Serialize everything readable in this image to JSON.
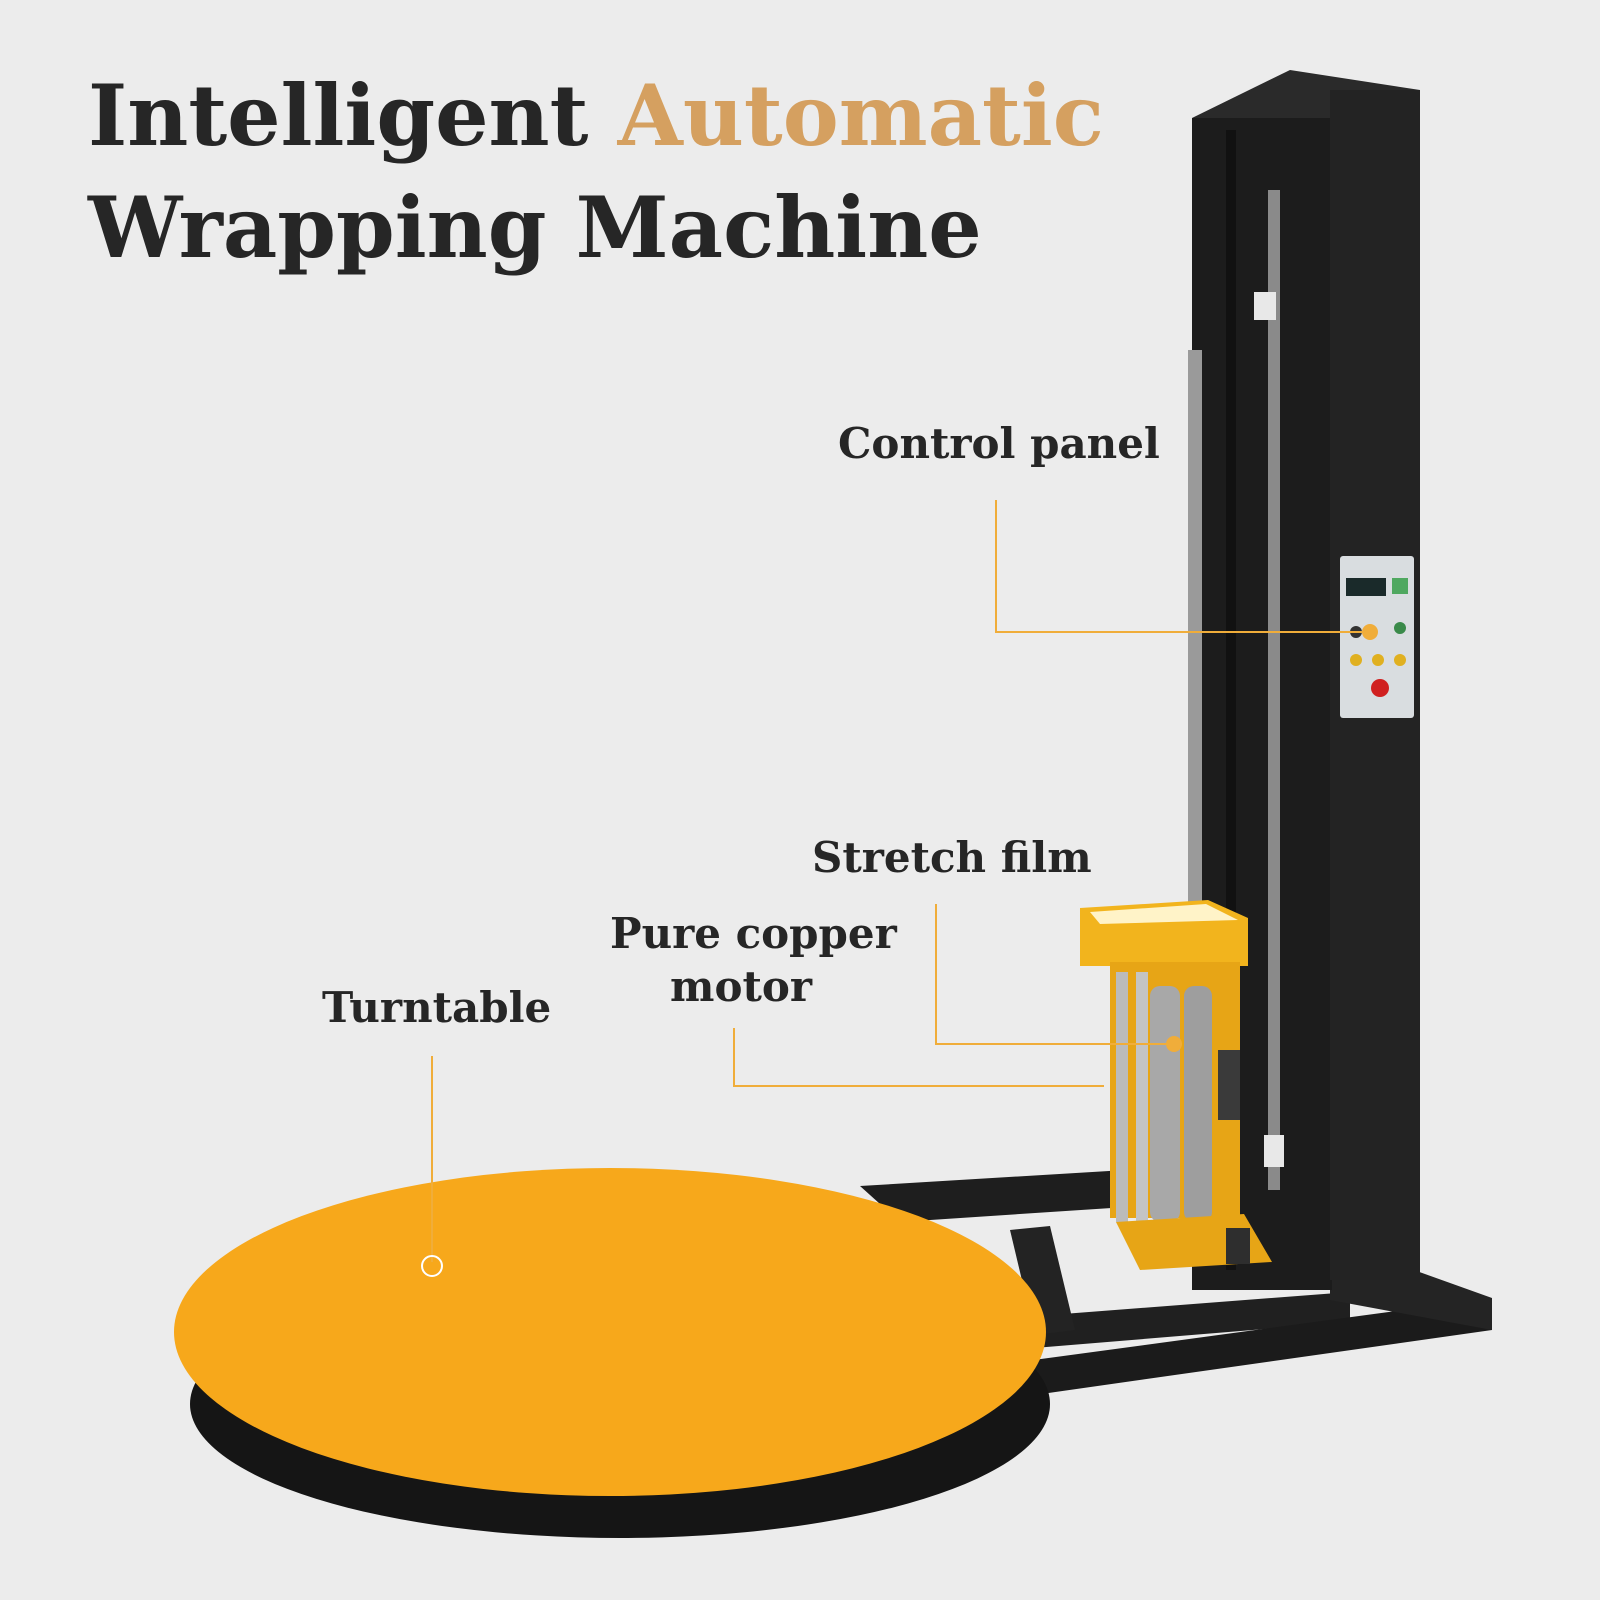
{
  "headline": {
    "line1_dark": "Intelligent",
    "line1_accent": "Automatic",
    "line2": "Wrapping Machine"
  },
  "callouts": {
    "control_panel": "Control panel",
    "stretch_film": "Stretch film",
    "motor_line1": "Pure copper",
    "motor_line2": "motor",
    "turntable": "Turntable"
  },
  "colors": {
    "background": "#ececec",
    "heading_text": "#262626",
    "accent_text": "#d5a060",
    "leader_line": "#f0ad3a",
    "machine_body": "#1f1f1f",
    "turntable": "#f7a81b"
  }
}
